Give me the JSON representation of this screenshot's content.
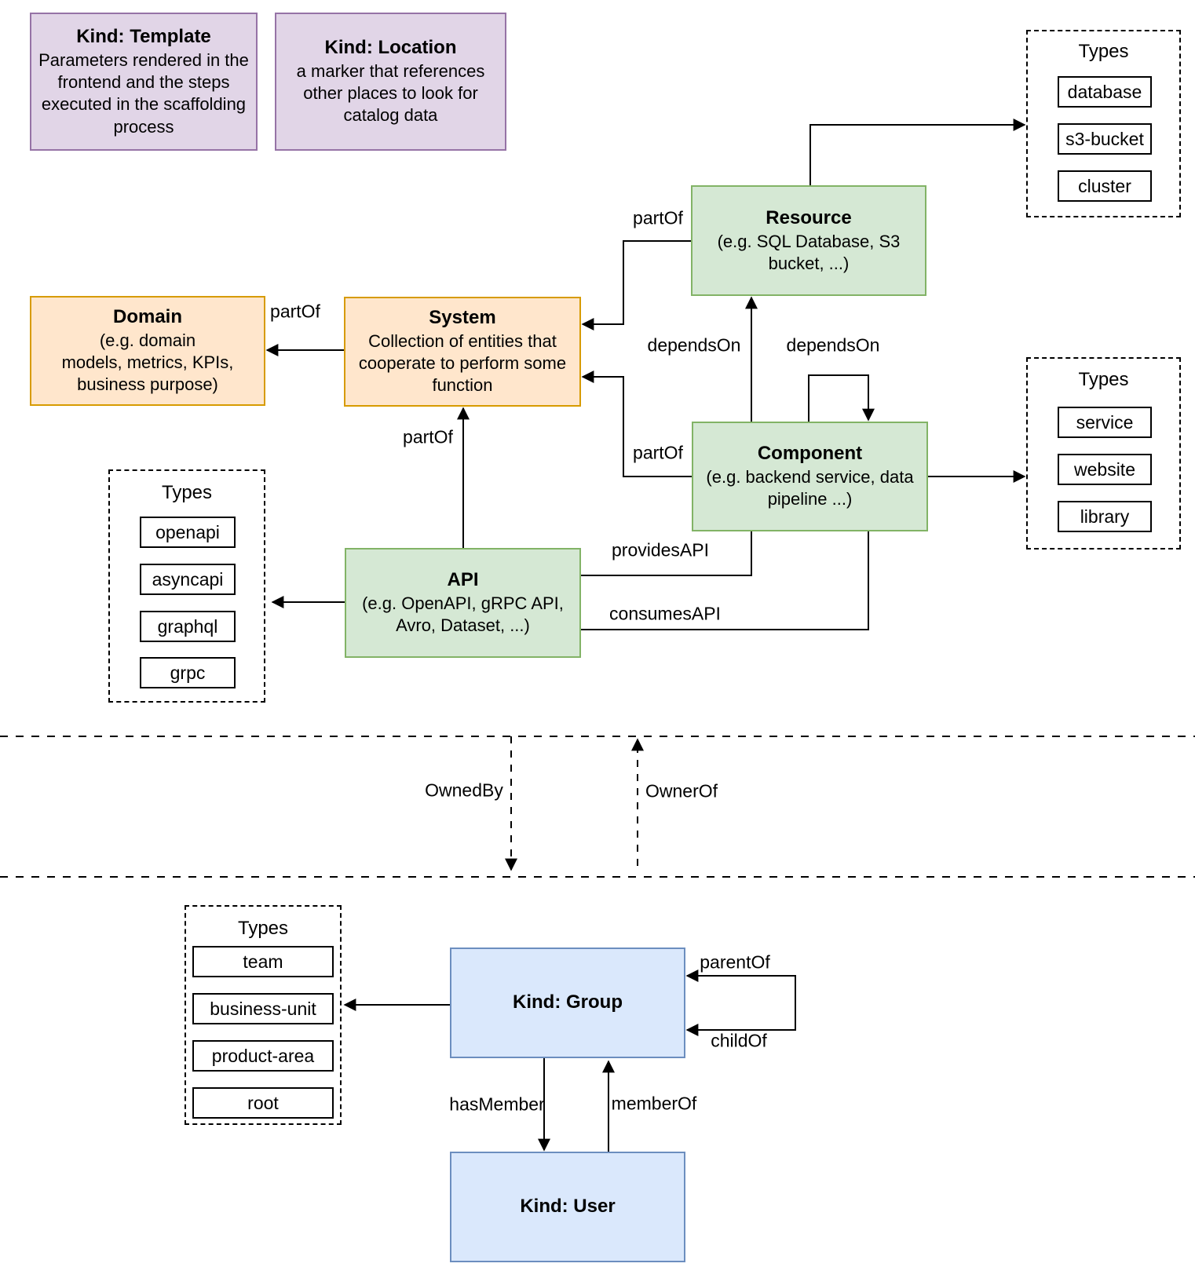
{
  "nodes": {
    "template": {
      "title": "Kind: Template",
      "desc": "Parameters rendered in the\nfrontend and the steps\nexecuted in  the scaffolding\nprocess"
    },
    "location": {
      "title": "Kind: Location",
      "desc": "a marker that references\nother places to look for\ncatalog data"
    },
    "resource": {
      "title": "Resource",
      "desc": "(e.g. SQL Database, S3\nbucket, ...)"
    },
    "domain": {
      "title": "Domain",
      "desc": "(e.g.  domain\nmodels, metrics, KPIs,\nbusiness purpose)"
    },
    "system": {
      "title": "System",
      "desc": "Collection of entities that\ncooperate to perform some\nfunction"
    },
    "component": {
      "title": "Component",
      "desc": "(e.g. backend service, data\npipeline ...)"
    },
    "api": {
      "title": "API",
      "desc": "(e.g. OpenAPI, gRPC API,\nAvro, Dataset, ...)"
    },
    "group": {
      "title": "Kind: Group"
    },
    "user": {
      "title": "Kind: User"
    }
  },
  "type_panels": {
    "resource_types": {
      "title": "Types",
      "items": [
        "database",
        "s3-bucket",
        "cluster"
      ]
    },
    "component_types": {
      "title": "Types",
      "items": [
        "service",
        "website",
        "library"
      ]
    },
    "api_types": {
      "title": "Types",
      "items": [
        "openapi",
        "asyncapi",
        "graphql",
        "grpc"
      ]
    },
    "group_types": {
      "title": "Types",
      "items": [
        "team",
        "business-unit",
        "product-area",
        "root"
      ]
    }
  },
  "edges": {
    "resource_partof_system": "partOf",
    "system_partof_domain": "partOf",
    "component_partof_system": "partOf",
    "api_partof_system": "partOf",
    "component_dependson_resource": "dependsOn",
    "component_dependson_component": "dependsOn",
    "component_providesapi": "providesAPI",
    "component_consumesapi": "consumesAPI",
    "ownedby": "OwnedBy",
    "ownerof": "OwnerOf",
    "parentof": "parentOf",
    "childof": "childOf",
    "hasmember": "hasMember",
    "memberof": "memberOf"
  },
  "colors": {
    "purple-fill": "#E1D5E7",
    "purple-stroke": "#9673A6",
    "orange-fill": "#FFE6CC",
    "orange-stroke": "#D79B00",
    "green-fill": "#D5E8D4",
    "green-stroke": "#82B366",
    "blue-fill": "#DAE8FC",
    "blue-stroke": "#6C8EBF",
    "line": "#000000"
  }
}
